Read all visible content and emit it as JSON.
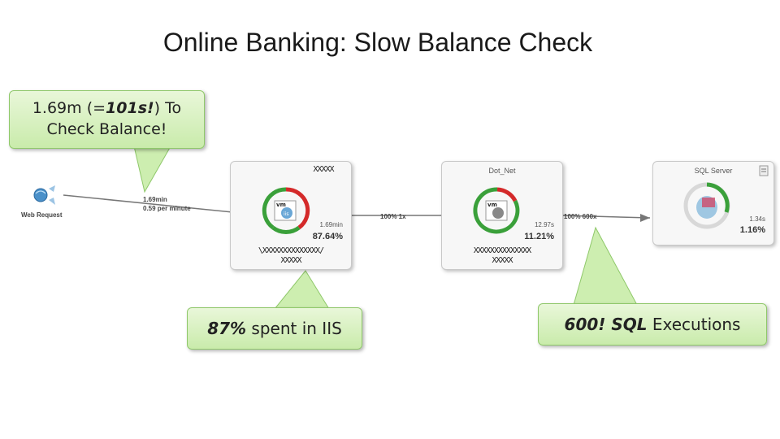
{
  "title": "Online Banking: Slow Balance Check",
  "web_request": {
    "label": "Web Request"
  },
  "edges": {
    "web_to_iis_time": "1.69min",
    "web_to_iis_rate": "0.59 per minute",
    "iis_to_dotnet": "100% 1x",
    "dotnet_to_sql": "100% 600x"
  },
  "tiers": [
    {
      "name": "XXXXX",
      "time": "1.69min",
      "pct": "87.64%",
      "hatch1": "\\XXXXXXXXXXXXXX/",
      "hatch2": "XXXXX"
    },
    {
      "name": "Dot_Net",
      "time": "12.97s",
      "pct": "11.21%",
      "hatch1": "XXXXXXXXXXXXXX",
      "hatch2": "XXXXX"
    },
    {
      "name": "SQL Server",
      "time": "1.34s",
      "pct": "1.16%"
    }
  ],
  "callouts": {
    "balance": {
      "pre": "1.69m (=",
      "bold": "101s!",
      "post": ") To",
      "line2": "Check Balance!"
    },
    "iis": {
      "bold": "87%",
      "post": " spent in IIS"
    },
    "sql": {
      "bold": "600! SQL",
      "post": " Executions"
    }
  },
  "colors": {
    "ring_green": "#3aa03a",
    "ring_red": "#d42a2a",
    "callout_fill": "#d9f1c3",
    "callout_border": "#8fc86a"
  }
}
